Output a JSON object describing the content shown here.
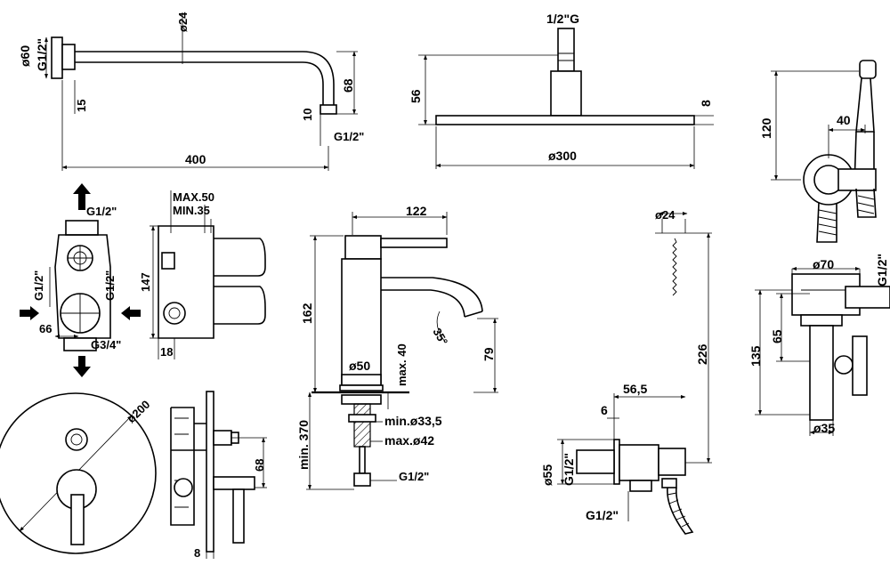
{
  "shower_arm": {
    "d60": "ø60",
    "thread": "G1/2\"",
    "d24": "ø24",
    "h68": "68",
    "t15": "15",
    "t10": "10",
    "thread_out": "G1/2\"",
    "len400": "400"
  },
  "shower_head": {
    "thread": "1/2\"G",
    "h56": "56",
    "t8": "8",
    "d300": "ø300"
  },
  "hand_shower": {
    "h120": "120",
    "w40": "40"
  },
  "valve_body": {
    "top": "G1/2\"",
    "left": "G1/2\"",
    "right": "G1/2\"",
    "w66": "66",
    "bottom": "G3/4\"",
    "max50": "MAX.50",
    "min35": "MIN.35",
    "h147": "147",
    "t18": "18"
  },
  "basin_mixer": {
    "w122": "122",
    "h162": "162",
    "angle": "35°",
    "h79": "79",
    "max40": "max. 40",
    "d50": "ø50",
    "min370": "min. 370",
    "min335": "min.ø33,5",
    "max42": "max.ø42",
    "thread": "G1/2\""
  },
  "wall_plate": {
    "d200": "ø200",
    "h68": "68",
    "t8": "8"
  },
  "shower_set": {
    "d24": "ø24",
    "h226": "226",
    "w565": "56,5",
    "t6": "6",
    "d55": "ø55",
    "thread_l": "G1/2\"",
    "thread_b": "G1/2\""
  },
  "angle_valve": {
    "d70": "ø70",
    "thread": "G1/2\"",
    "h65": "65",
    "h135": "135",
    "d35": "ø35"
  }
}
